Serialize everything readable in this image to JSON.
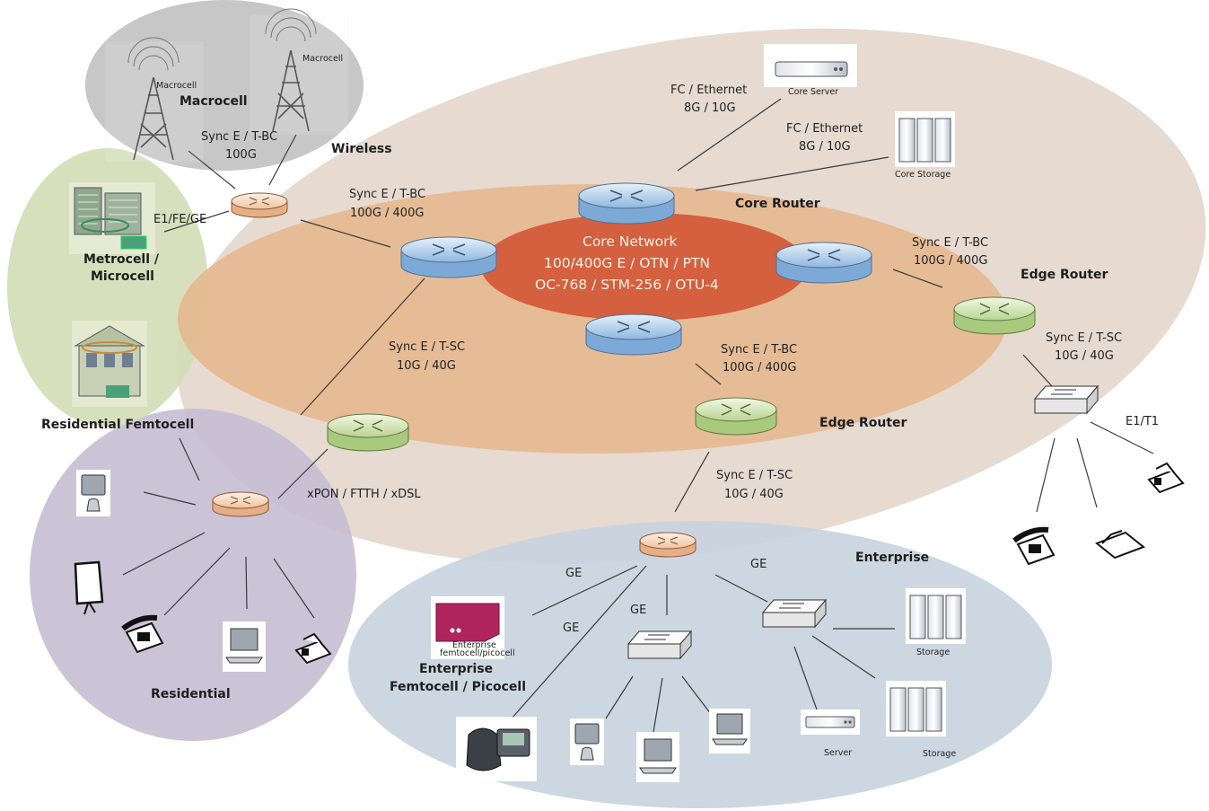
{
  "zones": {
    "macrocell": "Macrocell",
    "wireless": "Wireless",
    "metrocell": [
      "Metrocell /",
      "Microcell"
    ],
    "residential_femtocell": "Residential Femtocell",
    "residential": "Residential",
    "enterprise": "Enterprise",
    "enterprise_femtocell": [
      "Enterprise",
      "Femtocell / Picocell"
    ]
  },
  "core_network": [
    "Core Network",
    "100/400G E / OTN / PTN",
    "OC-768 / STM-256 / OTU-4"
  ],
  "routers": {
    "core_router": "Core Router",
    "edge_router_1": "Edge Router",
    "edge_router_2": "Edge Router"
  },
  "devices": {
    "core_server": "Core Server",
    "core_storage": "Core Storage",
    "storage_1": "Storage",
    "storage_2": "Storage",
    "server": "Server",
    "tower_label_1": "Macrocell",
    "tower_label_2": "Macrocell",
    "enterprise_femto_caption": [
      "Enterprise",
      "femtocell/picocell"
    ]
  },
  "links": {
    "fc_1": [
      "FC / Ethernet",
      "8G / 10G"
    ],
    "fc_2": [
      "FC / Ethernet",
      "8G / 10G"
    ],
    "wireless_sync": [
      "Sync E / T-BC",
      "100G"
    ],
    "e1fege": "E1/FE/GE",
    "left_sync": [
      "Sync E / T-BC",
      "100G / 400G"
    ],
    "right_sync": [
      "Sync E / T-BC",
      "100G / 400G"
    ],
    "center_sync_bc": [
      "Sync E / T-BC",
      "100G / 400G"
    ],
    "left_sync_sc": [
      "Sync E / T-SC",
      "10G / 40G"
    ],
    "right_sync_sc": [
      "Sync E / T-SC",
      "10G / 40G"
    ],
    "bottom_sync_sc": [
      "Sync E / T-SC",
      "10G / 40G"
    ],
    "e1t1": "E1/T1",
    "xpon": "xPON / FTTH / xDSL",
    "ge_1": "GE",
    "ge_2": "GE",
    "ge_3": "GE",
    "ge_4": "GE"
  },
  "colors": {
    "outer_network": "#e3d6cc",
    "edge_ring": "#e7b98a",
    "core": "#d8674a",
    "macro_zone": "#c9c9c9",
    "metro_zone": "#d6e0be",
    "residential_zone": "#cbc4d6",
    "enterprise_zone": "#c9d4de",
    "core_router": "#9cc3e6",
    "edge_router": "#c8dfa6",
    "access_router": "#f4d0b2"
  }
}
